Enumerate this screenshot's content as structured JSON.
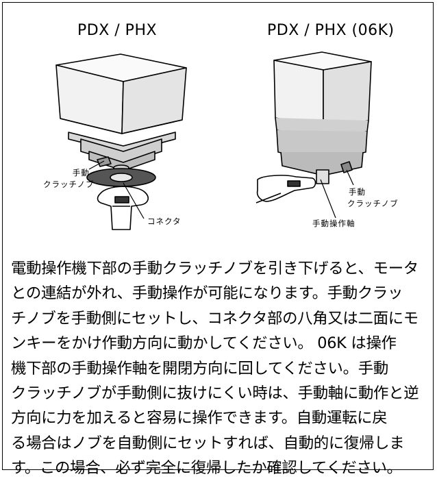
{
  "figure": {
    "left": {
      "title": "PDX / PHX",
      "callout_clutch": [
        "手動",
        "クラッチノブ"
      ],
      "callout_connector": "コネクタ"
    },
    "right": {
      "title": "PDX / PHX (06K)",
      "callout_clutch": [
        "手動",
        "クラッチノブ"
      ],
      "callout_shaft": "手動操作軸"
    }
  },
  "body_lines": [
    "電動操作機下部の手動クラッチノブを引き下げると、モータ",
    "との連結が外れ、手動操作が可能になります。手動クラッ",
    "チノブを手動側にセットし、コネクタ部の八角又は二面にモ",
    "ンキーをかけ作動方向に動かしてください。 06K は操作",
    "機下部の手動操作軸を開閉方向に回してください。手動",
    "クラッチノブが手動側に抜けにくい時は、手動軸に動作と逆",
    "方向に力を加えると容易に操作できます。自動運転に戻",
    "る場合はノブを自動側にセットすれば、自動的に復帰しま",
    "す。この場合、必ず完全に復帰したか確認してください。"
  ]
}
